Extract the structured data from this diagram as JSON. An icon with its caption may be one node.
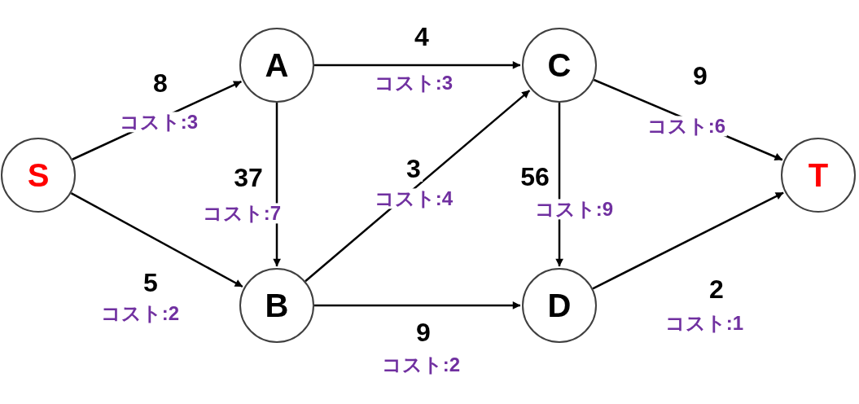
{
  "diagram": {
    "nodes": [
      {
        "text": [
          "S"
        ]
      },
      {
        "text": [
          "A"
        ]
      },
      {
        "text": [
          "B"
        ]
      },
      {
        "text": [
          "C"
        ]
      },
      {
        "text": [
          "D"
        ]
      },
      {
        "text": [
          "T"
        ]
      }
    ],
    "edges": [
      {
        "from": 0,
        "to": 1,
        "arrow": "to",
        "label": "8"
      },
      {
        "from": 0,
        "to": 2,
        "arrow": "to",
        "label": "5"
      },
      {
        "from": 1,
        "to": 3,
        "arrow": "to",
        "label": "4"
      },
      {
        "from": 1,
        "to": 2,
        "arrow": "to",
        "label": "37"
      },
      {
        "from": 2,
        "to": 3,
        "arrow": "to",
        "label": "3"
      },
      {
        "from": 2,
        "to": 4,
        "arrow": "to",
        "label": "9"
      },
      {
        "from": 3,
        "to": 5,
        "arrow": "to",
        "label": "9"
      },
      {
        "from": 3,
        "to": 4,
        "arrow": "to",
        "label": "56"
      },
      {
        "from": 4,
        "to": 5,
        "arrow": "to",
        "label": "2"
      }
    ],
    "labels": [
      "コスト:3",
      "コスト:2",
      "コスト:3",
      "コスト:7",
      "コスト:4",
      "コスト:2",
      "コスト:6",
      "コスト:9",
      "コスト:1"
    ]
  }
}
